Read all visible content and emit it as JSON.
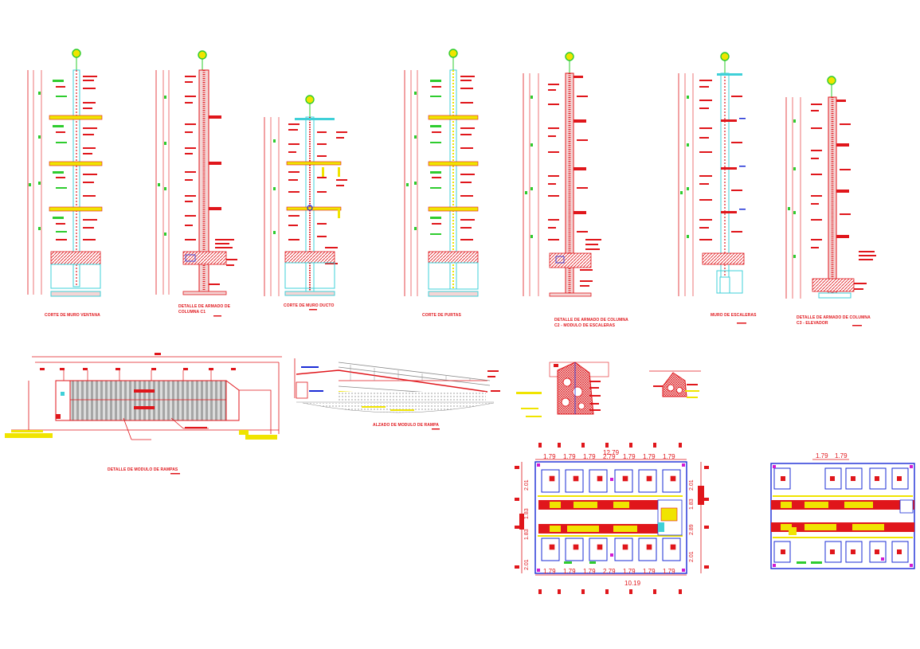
{
  "colors": {
    "background": "#ffffff",
    "red": "#e0161b",
    "green": "#2ecc2e",
    "yellow": "#f0e400",
    "blue": "#1a2bd6",
    "cyan": "#3fd0d8",
    "magenta": "#d21ad2",
    "gray": "#8a8a8a",
    "dark": "#303030"
  },
  "sections": {
    "s1": {
      "title": "CORTE DE MURO VENTANA"
    },
    "s2": {
      "title_line1": "DETALLE DE ARMADO DE",
      "title_line2": "COLUMNA C1"
    },
    "s3": {
      "title": "CORTE DE MURO DUCTO"
    },
    "s4": {
      "title": "CORTE DE PURTAS"
    },
    "s5": {
      "title_line1": "DETALLE DE ARMADO DE COLUMNA",
      "title_line2": "C2 - MODULO DE ESCALERAS"
    },
    "s6": {
      "title": "MURO DE ESCALERAS"
    },
    "s7": {
      "title_line1": "DETALLE DE ARMADO DE COLUMNA",
      "title_line2": "C3 - ELEVADOR"
    },
    "ramp_module": {
      "title": "DETALLE DE MODULO DE RAMPAS"
    },
    "ramp_elevation": {
      "title": "ALZADO DE MODULO DE RAMPA"
    }
  },
  "plan_left": {
    "top_dims": [
      "1.79",
      "1.79",
      "1.79",
      "2.79",
      "1.79",
      "1.79",
      "1.79"
    ],
    "top_center": "12.79",
    "bottom_dims": [
      "1.79",
      "1.79",
      "1.79",
      "2.79",
      "1.79",
      "1.79",
      "1.79"
    ],
    "bottom_center": "10.19",
    "left_dims": [
      "2.01",
      "1.83",
      "1.83",
      "2.01"
    ],
    "right_dims": [
      "2.01",
      "1.83",
      "2.89",
      "2.01"
    ]
  },
  "plan_right": {
    "top_dims": [
      "1.79",
      "1.79"
    ]
  }
}
